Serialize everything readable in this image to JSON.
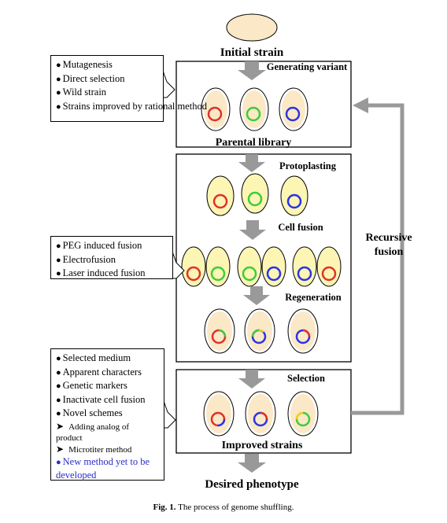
{
  "top_label": "Initial strain",
  "stages": {
    "generating_variant": "Generating variant",
    "parental_library": "Parental library",
    "protoplasting": "Protoplasting",
    "cell_fusion": "Cell fusion",
    "regeneration": "Regeneration",
    "selection": "Selection",
    "improved_strains": "Improved strains"
  },
  "bottom_label": "Desired phenotype",
  "recursive_label": {
    "line1": "Recursive",
    "line2": "fusion"
  },
  "note_variants": {
    "items": [
      "Mutagenesis",
      "Direct selection",
      "Wild strain",
      "Strains improved by rational method"
    ]
  },
  "note_fusion": {
    "items": [
      "PEG induced fusion",
      "Electrofusion",
      "Laser induced fusion"
    ]
  },
  "note_selection": {
    "items": [
      "Selected medium",
      "Apparent characters",
      "Genetic markers",
      "Inactivate cell fusion",
      "Novel schemes"
    ],
    "sub_items": [
      "Adding analog of product",
      "Microtiter method"
    ],
    "new_item": "New method yet to be developed"
  },
  "caption": {
    "label": "Fig. 1.",
    "text": "The process of genome shuffling."
  },
  "colors": {
    "cell_fill": "#fbe8c7",
    "protoplast_fill": "#fdf5b4",
    "arrow_gray": "#999999",
    "ring_red": "#e0312b",
    "ring_green": "#3ccd3c",
    "ring_blue": "#2b34e6",
    "new_method_text": "#2c2cc8"
  }
}
